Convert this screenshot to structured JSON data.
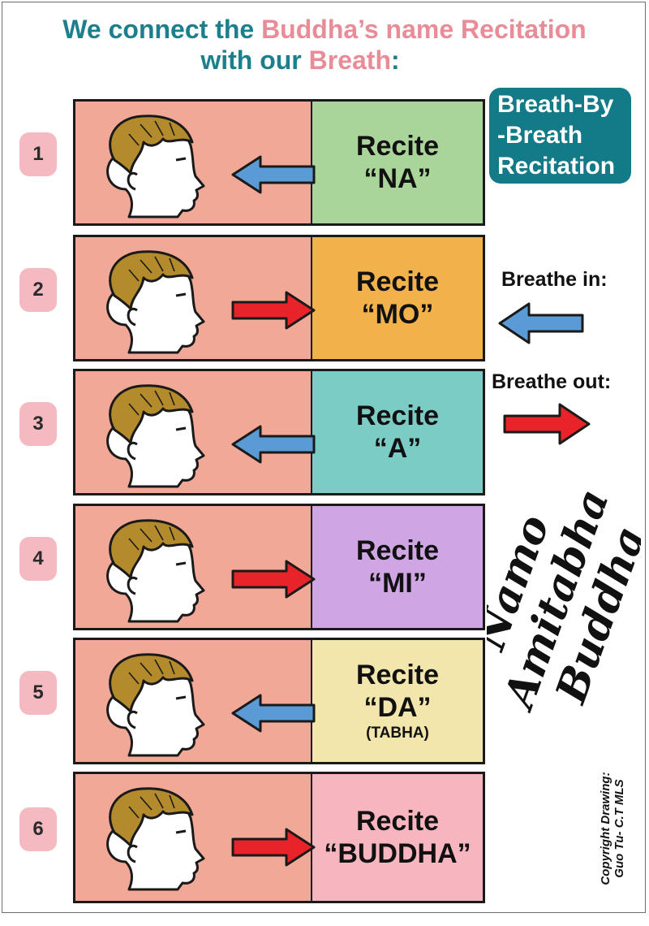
{
  "title": {
    "line1_prefix": "We connect the",
    "line1_highlight": "Buddha’s name Recitation",
    "line2_prefix": "with our",
    "line2_highlight": "Breath",
    "line2_suffix": ":"
  },
  "badge": {
    "line1": "Breath-By",
    "line2": "-Breath",
    "line3": "Recitation"
  },
  "legend": {
    "breathe_in": "Breathe in:",
    "breathe_out": "Breathe out:",
    "in_color": "#5b9bd5",
    "out_color": "#e8232a"
  },
  "rows": [
    {
      "number": "1",
      "recite": "Recite",
      "syllable": "“NA”",
      "note": "",
      "direction": "in",
      "color": "#a9d49a"
    },
    {
      "number": "2",
      "recite": "Recite",
      "syllable": "“MO”",
      "note": "",
      "direction": "out",
      "color": "#f2b24b"
    },
    {
      "number": "3",
      "recite": "Recite",
      "syllable": "“A”",
      "note": "",
      "direction": "in",
      "color": "#7cccc6"
    },
    {
      "number": "4",
      "recite": "Recite",
      "syllable": "“MI”",
      "note": "",
      "direction": "out",
      "color": "#cfa5e3"
    },
    {
      "number": "5",
      "recite": "Recite",
      "syllable": "“DA”",
      "note": "(TABHA)",
      "direction": "in",
      "color": "#f2e6ad"
    },
    {
      "number": "6",
      "recite": "Recite",
      "syllable": "“BUDDHA”",
      "note": "",
      "direction": "out",
      "color": "#f7b5c0"
    }
  ],
  "signature": {
    "line1": "Namo",
    "line2": "Amitabha",
    "line3": "Buddha"
  },
  "copyright": {
    "line1": "Copyright Drawing:",
    "line2": "Guo Tu- C.T MLS"
  },
  "colors": {
    "face_bg": "#f1a896",
    "hair": "#b38a2c",
    "badge_bg": "#137a88",
    "number_bg": "#f4b9c1",
    "title_teal": "#1b7f8c",
    "title_pink": "#e98c98"
  }
}
